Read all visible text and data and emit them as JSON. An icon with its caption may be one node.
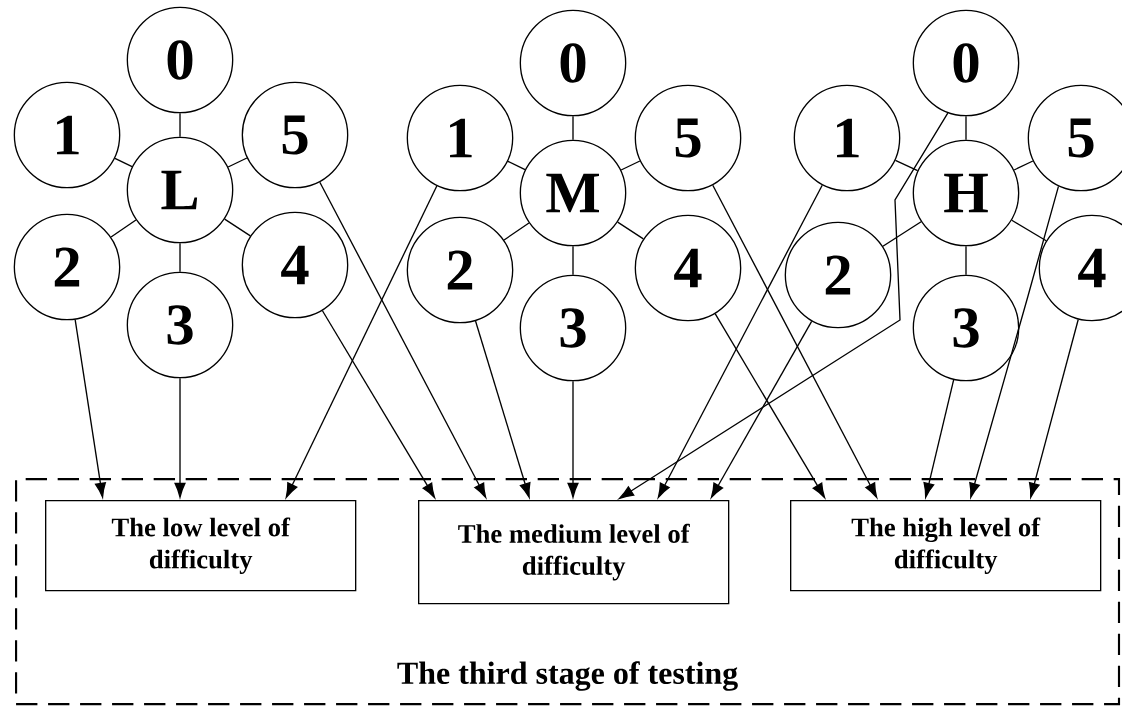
{
  "diagram": {
    "nodes": [
      {
        "text": [
          "L"
        ]
      },
      {
        "text": [
          "0"
        ]
      },
      {
        "text": [
          "1"
        ]
      },
      {
        "text": [
          "2"
        ]
      },
      {
        "text": [
          "3"
        ]
      },
      {
        "text": [
          "4"
        ]
      },
      {
        "text": [
          "5"
        ]
      },
      {
        "text": [
          "M"
        ]
      },
      {
        "text": [
          "0"
        ]
      },
      {
        "text": [
          "1"
        ]
      },
      {
        "text": [
          "2"
        ]
      },
      {
        "text": [
          "3"
        ]
      },
      {
        "text": [
          "4"
        ]
      },
      {
        "text": [
          "5"
        ]
      },
      {
        "text": [
          "H"
        ]
      },
      {
        "text": [
          "0"
        ]
      },
      {
        "text": [
          "1"
        ]
      },
      {
        "text": [
          "2"
        ]
      },
      {
        "text": [
          "3"
        ]
      },
      {
        "text": [
          "4"
        ]
      },
      {
        "text": [
          "5"
        ]
      },
      {
        "text": [
          "The third stage of testing"
        ]
      },
      {
        "text": [
          "The low level of difficulty"
        ],
        "in": 21
      },
      {
        "text": [
          "The medium level of difficulty"
        ],
        "in": 21
      },
      {
        "text": [
          "The high level of difficulty"
        ],
        "in": 21
      }
    ],
    "edges": [
      {
        "from": 0,
        "to": 1,
        "arrow": "none"
      },
      {
        "from": 0,
        "to": 2,
        "arrow": "none"
      },
      {
        "from": 0,
        "to": 3,
        "arrow": "none"
      },
      {
        "from": 0,
        "to": 4,
        "arrow": "none"
      },
      {
        "from": 0,
        "to": 5,
        "arrow": "none"
      },
      {
        "from": 0,
        "to": 6,
        "arrow": "none"
      },
      {
        "from": 7,
        "to": 8,
        "arrow": "none"
      },
      {
        "from": 7,
        "to": 9,
        "arrow": "none"
      },
      {
        "from": 7,
        "to": 10,
        "arrow": "none"
      },
      {
        "from": 7,
        "to": 11,
        "arrow": "none"
      },
      {
        "from": 7,
        "to": 12,
        "arrow": "none"
      },
      {
        "from": 7,
        "to": 13,
        "arrow": "none"
      },
      {
        "from": 14,
        "to": 15,
        "arrow": "none"
      },
      {
        "from": 14,
        "to": 16,
        "arrow": "none"
      },
      {
        "from": 14,
        "to": 17,
        "arrow": "none"
      },
      {
        "from": 14,
        "to": 18,
        "arrow": "none"
      },
      {
        "from": 14,
        "to": 19,
        "arrow": "none"
      },
      {
        "from": 14,
        "to": 20,
        "arrow": "none"
      },
      {
        "from": 3,
        "to": 22,
        "arrow": "to"
      },
      {
        "from": 4,
        "to": 22,
        "arrow": "to"
      },
      {
        "from": 9,
        "to": 22,
        "arrow": "to"
      },
      {
        "from": 5,
        "to": 23,
        "arrow": "to"
      },
      {
        "from": 6,
        "to": 23,
        "arrow": "to"
      },
      {
        "from": 10,
        "to": 23,
        "arrow": "to"
      },
      {
        "from": 11,
        "to": 23,
        "arrow": "to"
      },
      {
        "from": 15,
        "to": 23,
        "arrow": "to"
      },
      {
        "from": 16,
        "to": 23,
        "arrow": "to"
      },
      {
        "from": 17,
        "to": 23,
        "arrow": "to"
      },
      {
        "from": 12,
        "to": 24,
        "arrow": "to"
      },
      {
        "from": 13,
        "to": 24,
        "arrow": "to"
      },
      {
        "from": 18,
        "to": 24,
        "arrow": "to"
      },
      {
        "from": 20,
        "to": 24,
        "arrow": "to"
      },
      {
        "from": 19,
        "to": 24,
        "arrow": "to"
      }
    ]
  }
}
